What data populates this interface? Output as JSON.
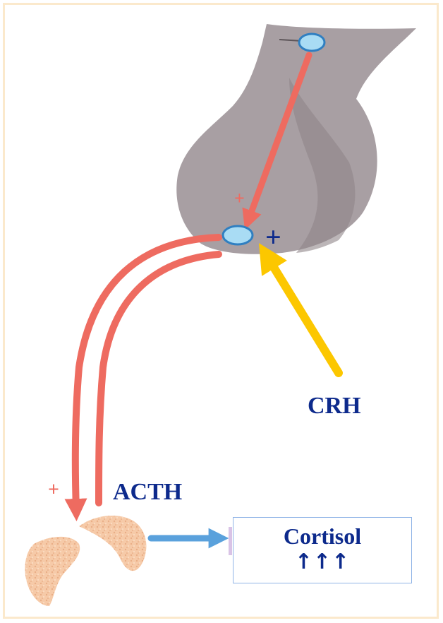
{
  "labels": {
    "crh": "CRH",
    "acth": "ACTH",
    "plus_blue": "+",
    "plus_red_top": "+",
    "plus_red_bottom": "+"
  },
  "cortisol_box": {
    "title": "Cortisol",
    "arrows": "↑↑↑"
  },
  "icons": {
    "pituitary": "pituitary-gland-icon",
    "adrenal": "adrenal-glands-icon",
    "cell_top": "hypothalamic-neuron-icon",
    "cell_bottom": "pituitary-cell-icon"
  },
  "colors": {
    "red_arrow": "#ee6b60",
    "yellow_arrow": "#fcc700",
    "blue_arrow": "#5aa1dc",
    "gland": "#a89fa3",
    "cell_fill": "#a9dcf4",
    "cell_stroke": "#2f7fc1",
    "label": "#0d2a8c",
    "frame": "#fbe9cc"
  }
}
